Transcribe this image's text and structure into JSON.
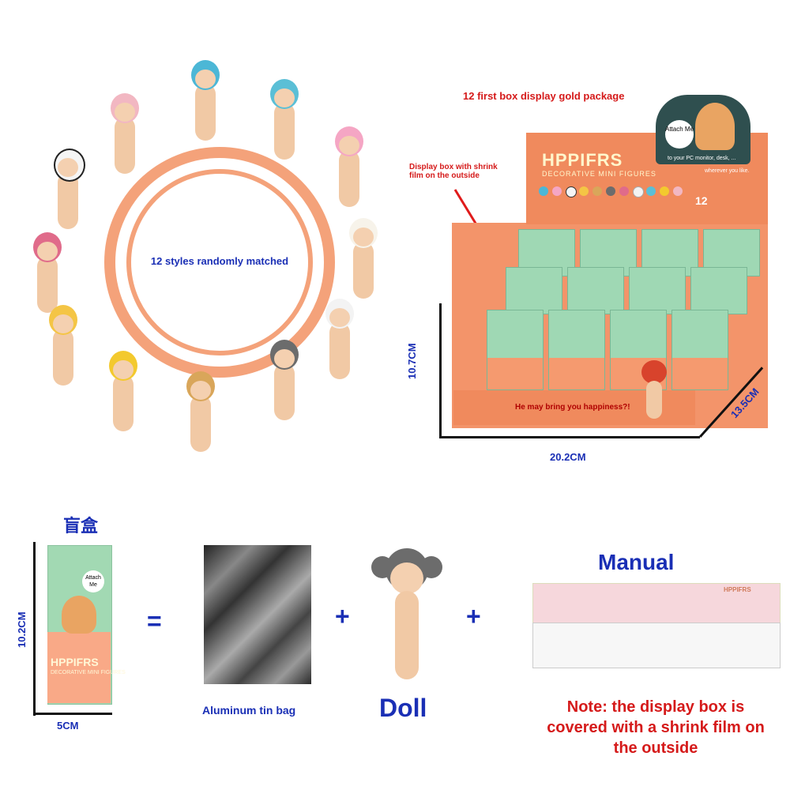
{
  "circle": {
    "center_text": "12 styles randomly matched"
  },
  "display_box": {
    "top_label": "12 first box display gold package",
    "shrink_label": "Display box with shrink film on the outside",
    "brand": "HPPIFRS",
    "brand_sub": "DECORATIVE MINI FIGURES",
    "tag_text": "Attach Me",
    "tag_line1": "to your PC monitor, desk, ...",
    "tag_line2": "wherever you like.",
    "count_badge": "12",
    "slogan": "He may bring you happiness?!",
    "dim_height": "10.7CM",
    "dim_width": "20.2CM",
    "dim_depth": "13.5CM"
  },
  "blind_box": {
    "title": "盲盒",
    "brand": "HPPIFRS",
    "brand_sub": "DECORATIVE MINI FIGURES",
    "dim_height": "10.2CM",
    "dim_width": "5CM",
    "equals": "="
  },
  "bag": {
    "label": "Aluminum tin bag"
  },
  "plus": "+",
  "doll": {
    "label": "Doll"
  },
  "manual": {
    "title": "Manual",
    "brand": "HPPIFRS",
    "note": "Note: the display box is covered with a shrink film on the outside"
  },
  "colors": {
    "accent_orange": "#f4a27a",
    "label_blue": "#1a2fb5",
    "note_red": "#d51a1a",
    "box_green": "#a2d9b3"
  }
}
